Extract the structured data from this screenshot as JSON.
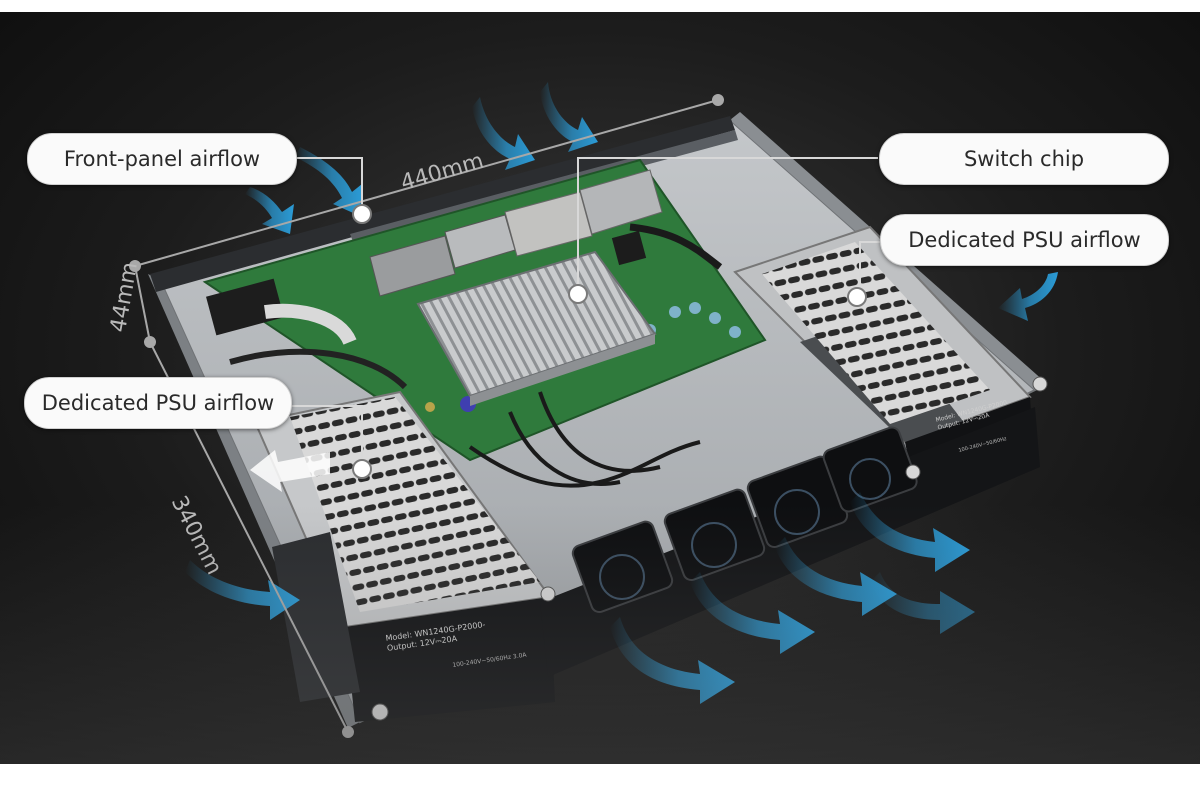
{
  "callouts": {
    "front_panel_airflow": "Front-panel airflow",
    "switch_chip": "Switch chip",
    "psu_airflow_right": "Dedicated PSU airflow",
    "psu_airflow_left": "Dedicated PSU airflow"
  },
  "dimensions": {
    "width": "440mm",
    "height": "44mm",
    "depth": "340mm"
  },
  "psu_labels": {
    "left_model": "Model: WN1240G-P2000-",
    "left_output": "Output: 12V⎓20A",
    "left_input": "100-240V~50/60Hz 3.0A",
    "right_model": "Model: WN1240G-P2000",
    "right_output": "Output: 12V⎓20A",
    "right_input": "100-240V~50/60Hz"
  },
  "colors": {
    "airflow_arrow": "#2b9bd6",
    "pcb": "#2f7a3c",
    "heatsink": "#c7c9cb",
    "chassis": "#b3b6b9",
    "background": "#1b1b1b"
  }
}
